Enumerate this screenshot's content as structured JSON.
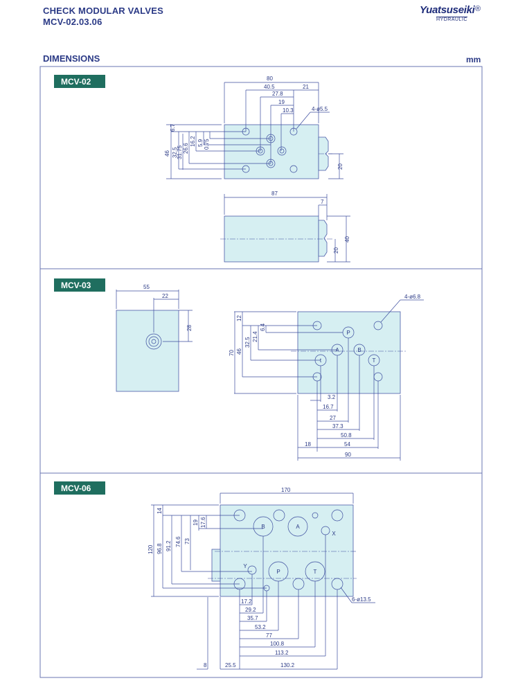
{
  "header": {
    "title": "CHECK MODULAR VALVES",
    "model": "MCV-02.03.06",
    "logo_text": "Yuatsuseiki",
    "logo_sub": "HYDRAULIC",
    "logo_mark": "®"
  },
  "section": {
    "title": "DIMENSIONS",
    "unit": "mm"
  },
  "colors": {
    "text": "#2b3a86",
    "label_bg": "#1f6e5f",
    "block_fill": "#d6eff2",
    "line": "#3b4c9e"
  },
  "mcv02": {
    "label": "MCV-02",
    "top_dims": [
      "80",
      "40.5",
      "21",
      "27.8",
      "19",
      "10.3"
    ],
    "left_dims": [
      "46",
      "6.7",
      "32.5",
      "31.75",
      "26.6",
      "16.2",
      "5.9",
      "0.75"
    ],
    "right_dim": "20",
    "hole_note": "4-ø5.5",
    "side_dims": {
      "length": "87",
      "nut": "7",
      "height": "40",
      "half": "20"
    }
  },
  "mcv03": {
    "label": "MCV-03",
    "small": {
      "width": "55",
      "offset": "22",
      "height": "28"
    },
    "left_dims": [
      "70",
      "12",
      "46",
      "32.5",
      "21.4",
      "6.4"
    ],
    "bottom_dims": [
      "3.2",
      "16.7",
      "27",
      "37.3",
      "50.8",
      "54",
      "18",
      "90"
    ],
    "hole_note": "4-ø6.8",
    "ports": [
      "P",
      "A",
      "B",
      "t",
      "T"
    ]
  },
  "mcv06": {
    "label": "MCV-06",
    "top_dim": "170",
    "left_dims": [
      "120",
      "14",
      "96.8",
      "91.2",
      "74.6",
      "73",
      "19",
      "17.6"
    ],
    "bottom_dims": [
      "17.2",
      "29.2",
      "35.7",
      "53.2",
      "77",
      "100.8",
      "113.2",
      "130.2",
      "8",
      "25.5"
    ],
    "hole_note": "6-ø13.5",
    "ports": [
      "B",
      "A",
      "X",
      "Y",
      "P",
      "T"
    ]
  }
}
